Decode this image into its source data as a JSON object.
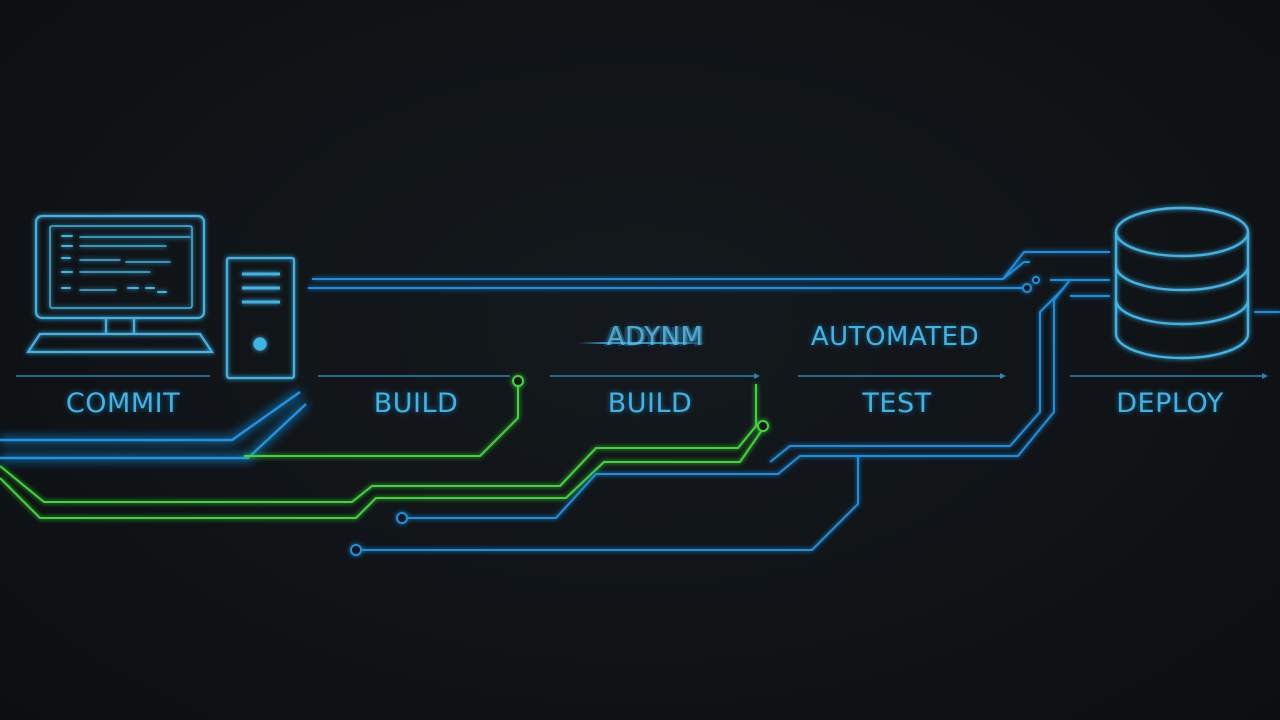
{
  "diagram": {
    "stages": [
      {
        "id": "commit",
        "label": "COMMIT"
      },
      {
        "id": "build-1",
        "label": "BUILD"
      },
      {
        "id": "build-2",
        "label": "BUILD"
      },
      {
        "id": "test",
        "label": "TEST"
      },
      {
        "id": "deploy",
        "label": "DEPLOY"
      }
    ],
    "upper_labels": {
      "garbled": "ADYNM",
      "automated": "AUTOMATED"
    },
    "colors": {
      "background": "#101417",
      "cyan": "#3fb4e6",
      "blue": "#1f8fe0",
      "green": "#3fd43a"
    },
    "icons": [
      "computer-monitor-icon",
      "server-tower-icon",
      "database-icon"
    ]
  }
}
